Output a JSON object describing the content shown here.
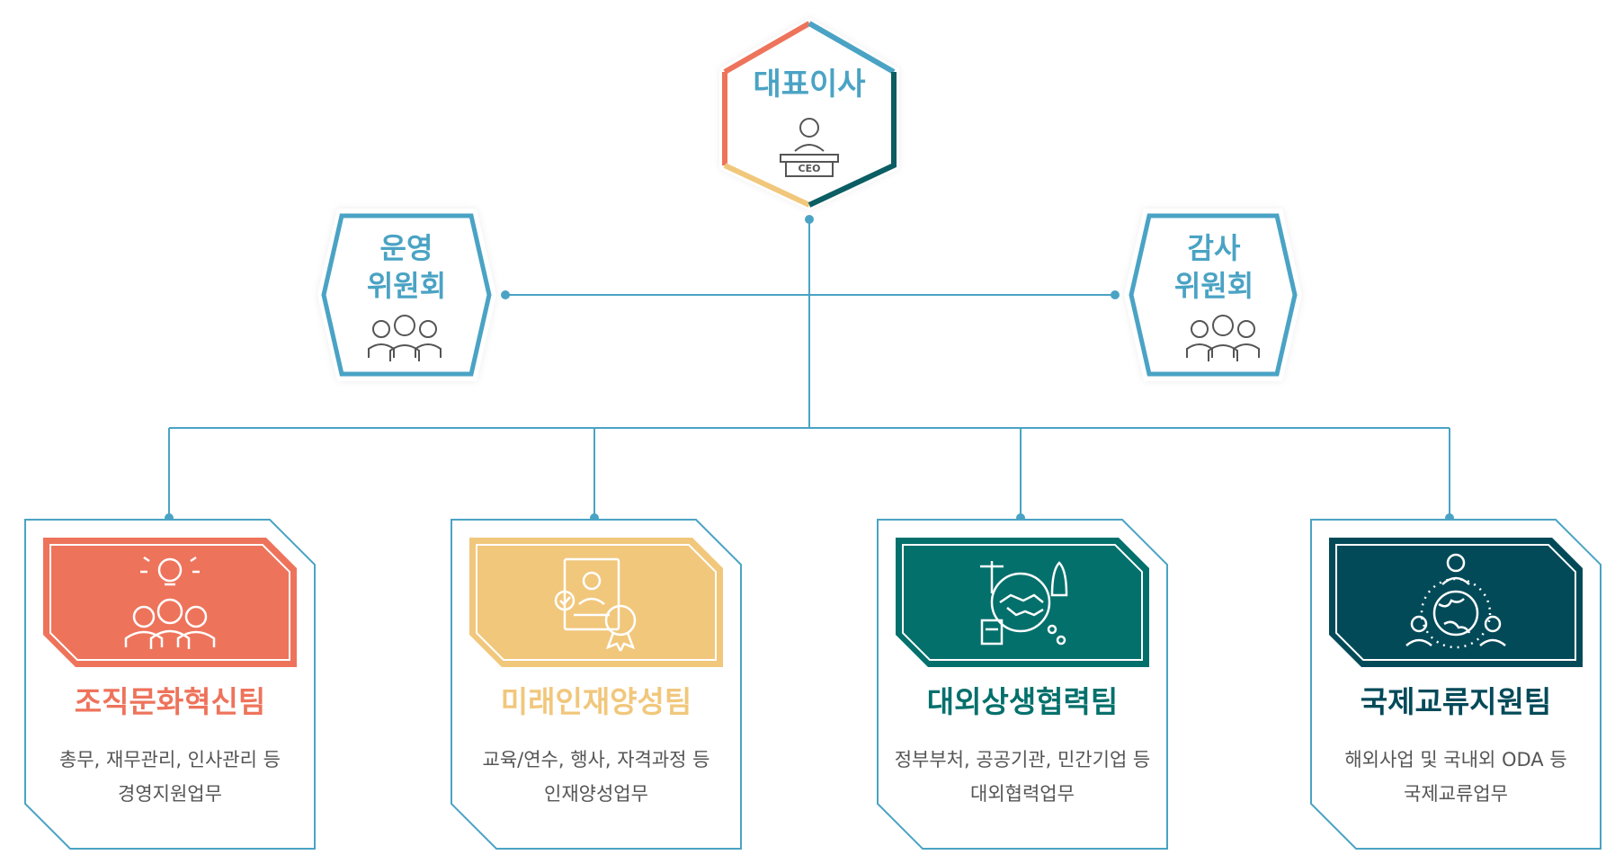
{
  "ceo": {
    "label": "대표이사",
    "badge": "CEO",
    "icon": "ceo-podium-icon"
  },
  "committees": [
    {
      "line1": "운영",
      "line2": "위원회",
      "icon": "committee-people-icon"
    },
    {
      "line1": "감사",
      "line2": "위원회",
      "icon": "committee-people-icon"
    }
  ],
  "teams": [
    {
      "title": "조직문화혁신팀",
      "desc1": "총무, 재무관리, 인사관리 등",
      "desc2": "경영지원업무",
      "color": "#ee735b",
      "icon": "idea-team-icon"
    },
    {
      "title": "미래인재양성팀",
      "desc1": "교육/연수, 행사, 자격과정 등",
      "desc2": "인재양성업무",
      "color": "#f1c77c",
      "icon": "certificate-icon"
    },
    {
      "title": "대외상생협력팀",
      "desc1": "정부부처, 공공기관, 민간기업 등",
      "desc2": "대외협력업무",
      "color": "#03706c",
      "icon": "handshake-icon"
    },
    {
      "title": "국제교류지원팀",
      "desc1": "해외사업 및 국내외 ODA 등",
      "desc2": "국제교류업무",
      "color": "#034a59",
      "icon": "globe-people-icon"
    }
  ],
  "colors": {
    "line": "#4aa3c4",
    "hex_blue": "#4aa3c4",
    "hex_teal": "#0b5e63",
    "hex_orange": "#ee735b",
    "hex_yellow": "#f1c77c"
  }
}
